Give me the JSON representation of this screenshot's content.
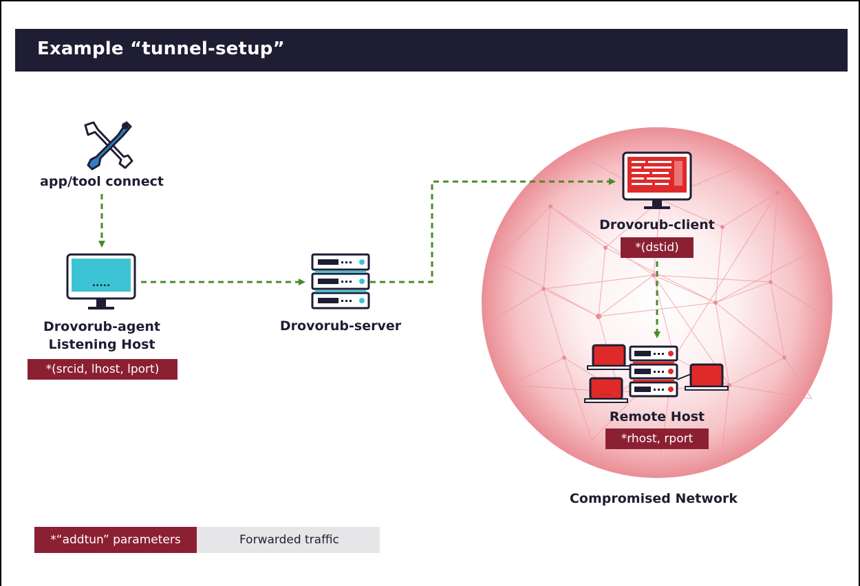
{
  "title": "Example “tunnel-setup”",
  "nodes": {
    "tool": {
      "label": "app/tool connect",
      "icon": "wrench-screwdriver-icon"
    },
    "agent": {
      "label_line1": "Drovorub-agent",
      "label_line2": "Listening Host",
      "params": "*(srcid, lhost, lport)",
      "icon": "monitor-icon"
    },
    "server": {
      "label": "Drovorub-server",
      "icon": "server-rack-icon"
    },
    "client": {
      "label": "Drovorub-client",
      "params": "*(dstid)",
      "icon": "monitor-code-icon"
    },
    "remote": {
      "label": "Remote Host",
      "params": "*rhost, rport",
      "icon": "server-laptops-icon"
    }
  },
  "network_label": "Compromised Network",
  "legend": {
    "params_label": "*“addtun” parameters",
    "forwarded_label": "Forwarded traffic"
  },
  "colors": {
    "title_bg": "#1e1d33",
    "param_bg": "#8b2033",
    "arrow": "#4a8a2a",
    "accent_cyan": "#3cc4d4",
    "accent_red": "#e02a2a"
  }
}
